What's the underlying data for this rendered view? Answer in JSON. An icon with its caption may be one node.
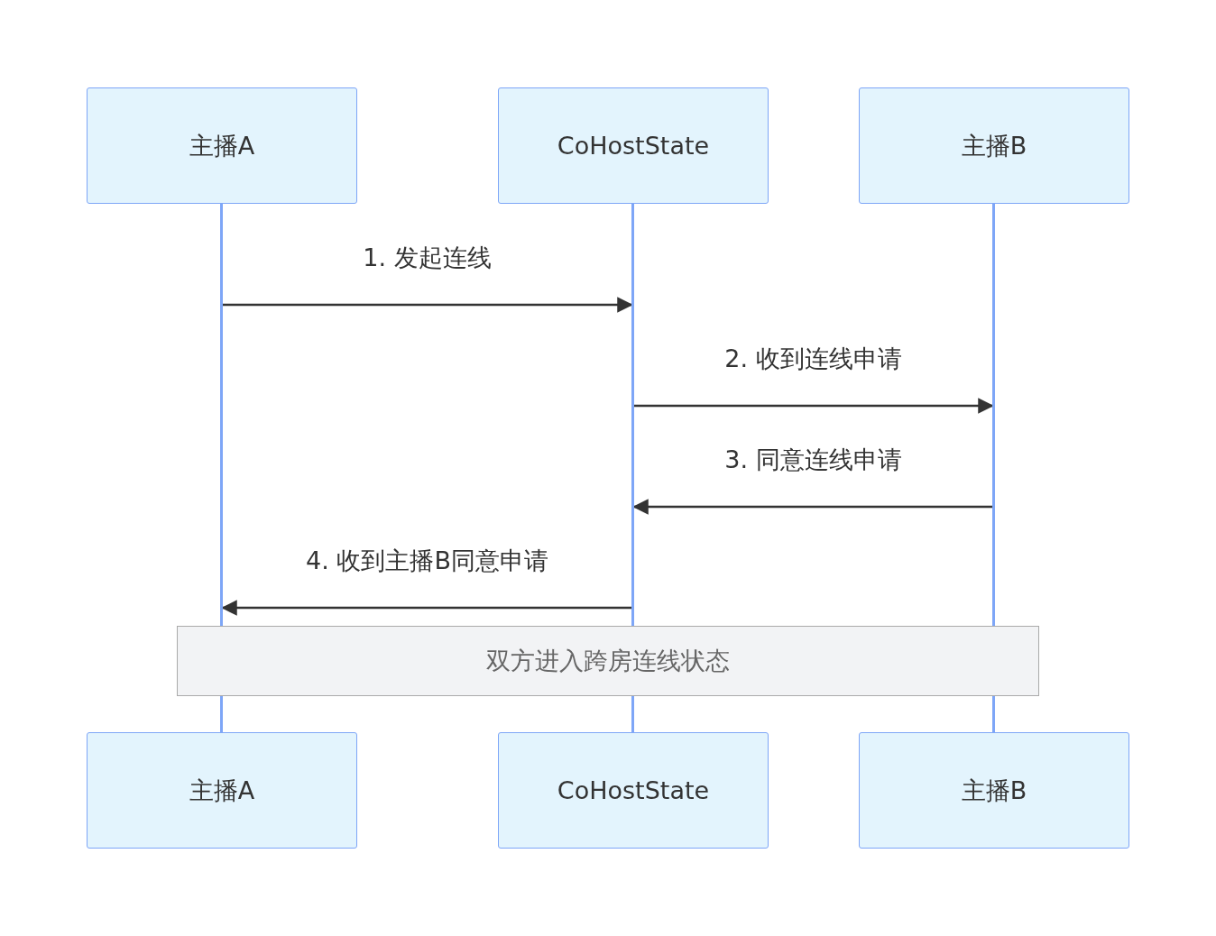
{
  "diagram": {
    "nodes": [
      {
        "text": [
          "主播A"
        ]
      },
      {
        "text": [
          "CoHostState"
        ]
      },
      {
        "text": [
          "主播B"
        ]
      },
      {
        "text": [],
        "shape": "line"
      },
      {
        "text": [],
        "shape": "line"
      },
      {
        "text": [],
        "shape": "line"
      },
      {
        "text": [
          "双方进入跨房连线状态"
        ]
      },
      {
        "text": [
          "主播A"
        ]
      },
      {
        "text": [
          "CoHostState"
        ]
      },
      {
        "text": [
          "主播B"
        ]
      }
    ],
    "edges": [
      {
        "from": 3,
        "to": 4,
        "arrow": "to",
        "label": "1. 发起连线"
      },
      {
        "from": 4,
        "to": 5,
        "arrow": "to",
        "label": "2. 收到连线申请"
      },
      {
        "from": 5,
        "to": 4,
        "arrow": "to",
        "label": "3. 同意连线申请"
      },
      {
        "from": 4,
        "to": 3,
        "arrow": "to",
        "label": "4. 收到主播B同意申请"
      }
    ]
  }
}
